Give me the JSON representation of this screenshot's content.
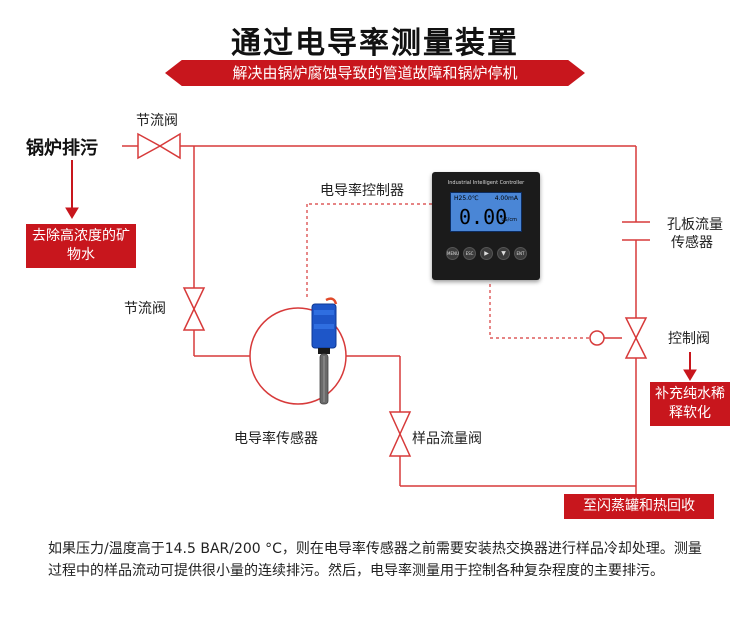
{
  "title": "通过电导率测量装置",
  "subtitle": "解决由锅炉腐蚀导致的管道故障和锅炉停机",
  "labels": {
    "boiler_blowdown": "锅炉排污",
    "throttle_valve_top": "节流阀",
    "throttle_valve_left": "节流阀",
    "remove_water": "去除高浓度的矿物水",
    "controller": "电导率控制器",
    "orifice_sensor_1": "孔板流量",
    "orifice_sensor_2": "传感器",
    "control_valve": "控制阀",
    "makeup_water": "补充纯水稀释软化",
    "conductivity_sensor": "电导率传感器",
    "sample_valve": "样品流量阀",
    "to_flash_tank": "至闪蒸罐和热回收"
  },
  "controller_display": {
    "header": "Industrial Intelligent Controller",
    "temp": "H25.0℃",
    "current": "4.00mA",
    "value": "0.00",
    "unit": "uS/cm",
    "buttons": [
      "MENU",
      "ESC",
      "",
      "",
      "ENT"
    ]
  },
  "note": "如果压力/温度高于14.5 BAR/200 °C，则在电导率传感器之前需要安装热交换器进行样品冷却处理。测量过程中的样品流动可提供很小量的连续排污。然后，电导率测量用于控制各种复杂程度的主要排污。",
  "colors": {
    "accent": "#c8161d",
    "pipe": "#d73a3a",
    "sensor_blue": "#1e56c8"
  }
}
